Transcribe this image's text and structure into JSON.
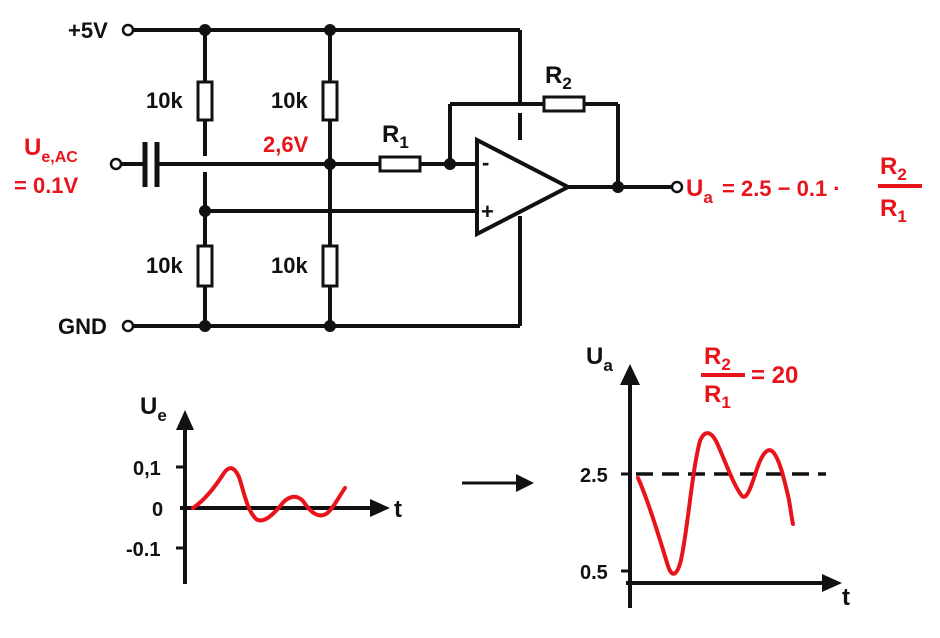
{
  "circuit": {
    "supply_label": "+5V",
    "ground_label": "GND",
    "divider_left_top": "10k",
    "divider_left_bottom": "10k",
    "divider_right_top": "10k",
    "divider_right_bottom": "10k",
    "node_voltage": "2,6V",
    "r1": {
      "main": "R",
      "sub": "1"
    },
    "r2": {
      "main": "R",
      "sub": "2"
    },
    "opamp_minus": "-",
    "opamp_plus": "+",
    "input": {
      "main": "U",
      "sub": "e,AC",
      "value": "= 0.1V"
    },
    "output": {
      "main": "U",
      "sub": "a",
      "formula_prefix": "= 2.5 − 0.1 ·",
      "frac_num_main": "R",
      "frac_num_sub": "2",
      "frac_den_main": "R",
      "frac_den_sub": "1"
    },
    "colors": {
      "wire": "#111111",
      "annotation": "#e8141b"
    }
  },
  "gain": {
    "num_main": "R",
    "num_sub": "2",
    "den_main": "R",
    "den_sub": "1",
    "value": "= 20"
  },
  "arrow_symbol": "→",
  "input_plot": {
    "ylabel_main": "U",
    "ylabel_sub": "e",
    "xlabel": "t",
    "ticks": [
      "0,1",
      "0",
      "-0.1"
    ]
  },
  "output_plot": {
    "ylabel_main": "U",
    "ylabel_sub": "a",
    "xlabel": "t",
    "ticks": [
      "2.5",
      "0.5"
    ],
    "reference_line": "2.5"
  }
}
